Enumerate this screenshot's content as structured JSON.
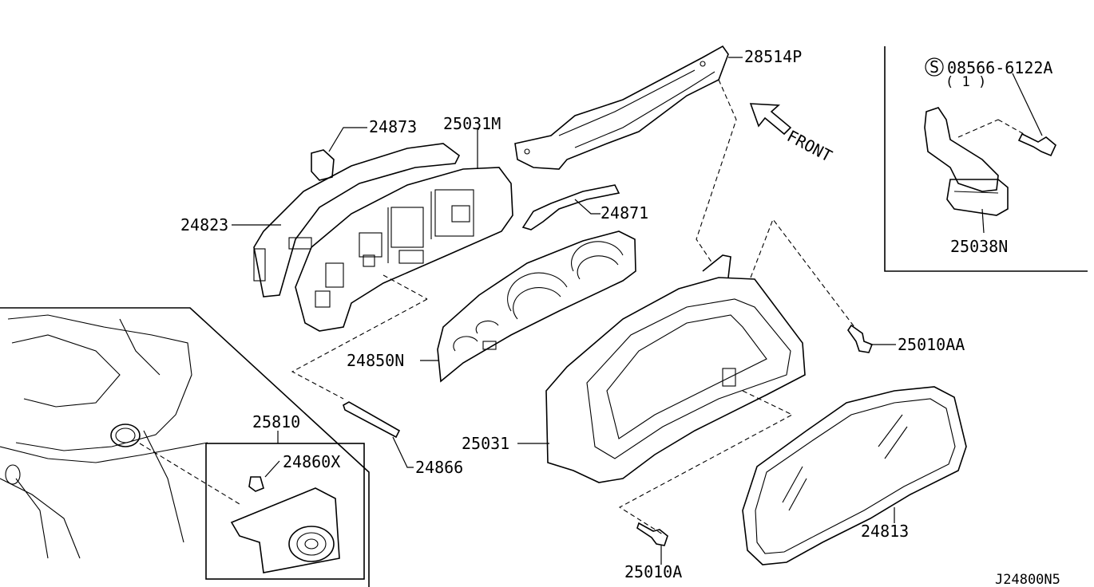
{
  "diagram": {
    "drawing_code": "J24800N5",
    "front_label": "FRONT",
    "parts": {
      "p28514P": "28514P",
      "p24873": "24873",
      "p25031M": "25031M",
      "p24823": "24823",
      "p24871": "24871",
      "p24850N": "24850N",
      "p24866": "24866",
      "p25810": "25810",
      "p24860X": "24860X",
      "p25031": "25031",
      "p25010AA": "25010AA",
      "p25010A": "25010A",
      "p24813": "24813",
      "p08566": "08566-6122A",
      "p08566_qty": "( 1 )",
      "p08566_prefix": "S",
      "p25038N": "25038N"
    }
  }
}
